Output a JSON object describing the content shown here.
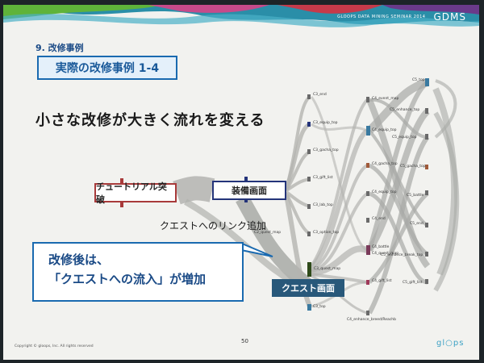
{
  "header": {
    "event_small": "GLOOPS DATA MINING SEMINAR 2014",
    "brand": "GDMS"
  },
  "section_label": "9. 改修事例",
  "title_box": "実際の改修事例 1-4",
  "headline": "小さな改修が大きく流れを変える",
  "nodes": {
    "tutorial": "チュートリアル突破",
    "equip": "装備画面",
    "quest": "クエスト画面"
  },
  "link_caption": "クエストへのリンク追加",
  "callout": {
    "line1": "改修後は、",
    "line2": "「クエストへの流入」が増加"
  },
  "labels": {
    "c3_end": "C3_end",
    "c3_equip_top": "C3_equip_top",
    "c3_gacha_top": "C3_gacha_top",
    "c3_gift_list": "C3_gift_list",
    "c3_lab_top": "C3_lab_top",
    "c3_option_top": "C3_option_top",
    "c3_quest_map": "C3_quest_map",
    "c2_quest_map": "C2_quest_map",
    "c3_top": "C3_top",
    "c4_event_map": "C4_event_map",
    "c4_equip_top": "C4_equip_top",
    "c4_gacha_top": "C4_gacha_top",
    "c4_equip_top2": "C4_equip_top",
    "c4_end": "C4_end",
    "c4_battle": "C4_battle",
    "c4_quest_map": "C4_quest_map",
    "c4_gift_list": "C4_gift_list",
    "c4_enhance": "C4_enhance_breed/Reachb",
    "c5_top": "C5_top",
    "c5_enhance_top": "C5_enhance_top",
    "c5_equip_top": "C5_equip_top",
    "c5_gacha_top": "C5_gacha_top",
    "c5_battle": "C5_battle",
    "c5_end": "C5_end",
    "c5_enhance_break": "C5_enhance_break_top",
    "c5_gift_list": "C5_gift_list"
  },
  "page_number": "50",
  "footer": {
    "copyright": "Copyright © gloops, Inc. All rights reserved",
    "logo": "gl○ps"
  },
  "colors": {
    "title_blue": "#1a5a9a",
    "tutorial_red": "#a83a3a",
    "equip_navy": "#24347a",
    "quest_teal": "#28587a"
  }
}
